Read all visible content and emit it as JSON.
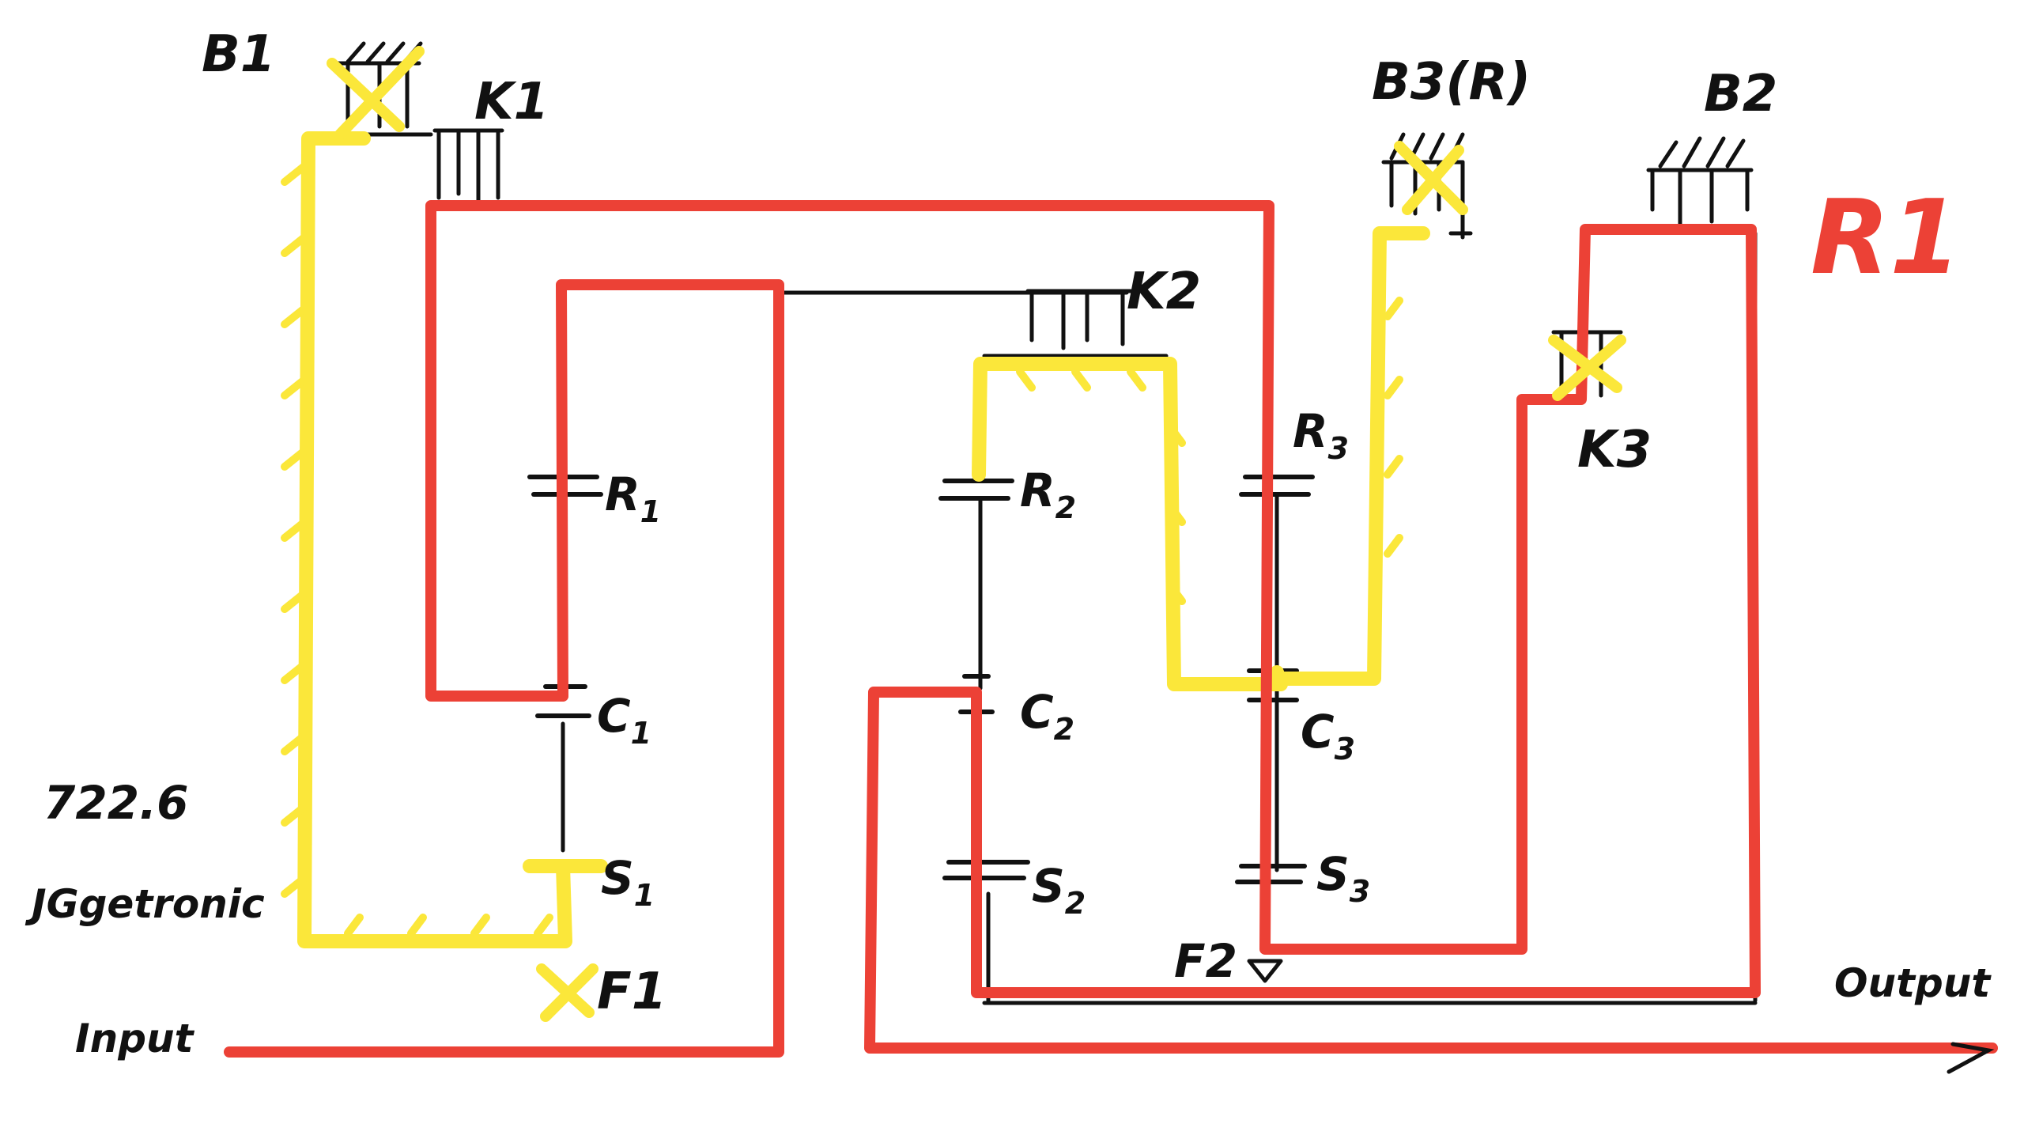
{
  "colors": {
    "background": "#ffffff",
    "ink": "#111111",
    "red_path": "#ec4136",
    "yellow_path": "#fbe73a"
  },
  "annotation": {
    "text": "R1",
    "color": "#ec4136"
  },
  "model": {
    "line1": "722.6",
    "line2": "JGgetronic"
  },
  "io": {
    "input": "Input",
    "output": "Output"
  },
  "brakes": {
    "b1": "B1",
    "b2": "B2",
    "b3": "B3(R)"
  },
  "clutches": {
    "k1": "K1",
    "k2": "K2",
    "k3": "K3"
  },
  "freewheels": {
    "f1": "F1",
    "f2": "F2"
  },
  "planetary_sets": [
    {
      "ring": "R",
      "ring_sub": "1",
      "carrier": "C",
      "carrier_sub": "1",
      "sun": "S",
      "sun_sub": "1"
    },
    {
      "ring": "R",
      "ring_sub": "2",
      "carrier": "C",
      "carrier_sub": "2",
      "sun": "S",
      "sun_sub": "2"
    },
    {
      "ring": "R",
      "ring_sub": "3",
      "carrier": "C",
      "carrier_sub": "3",
      "sun": "S",
      "sun_sub": "3"
    }
  ]
}
